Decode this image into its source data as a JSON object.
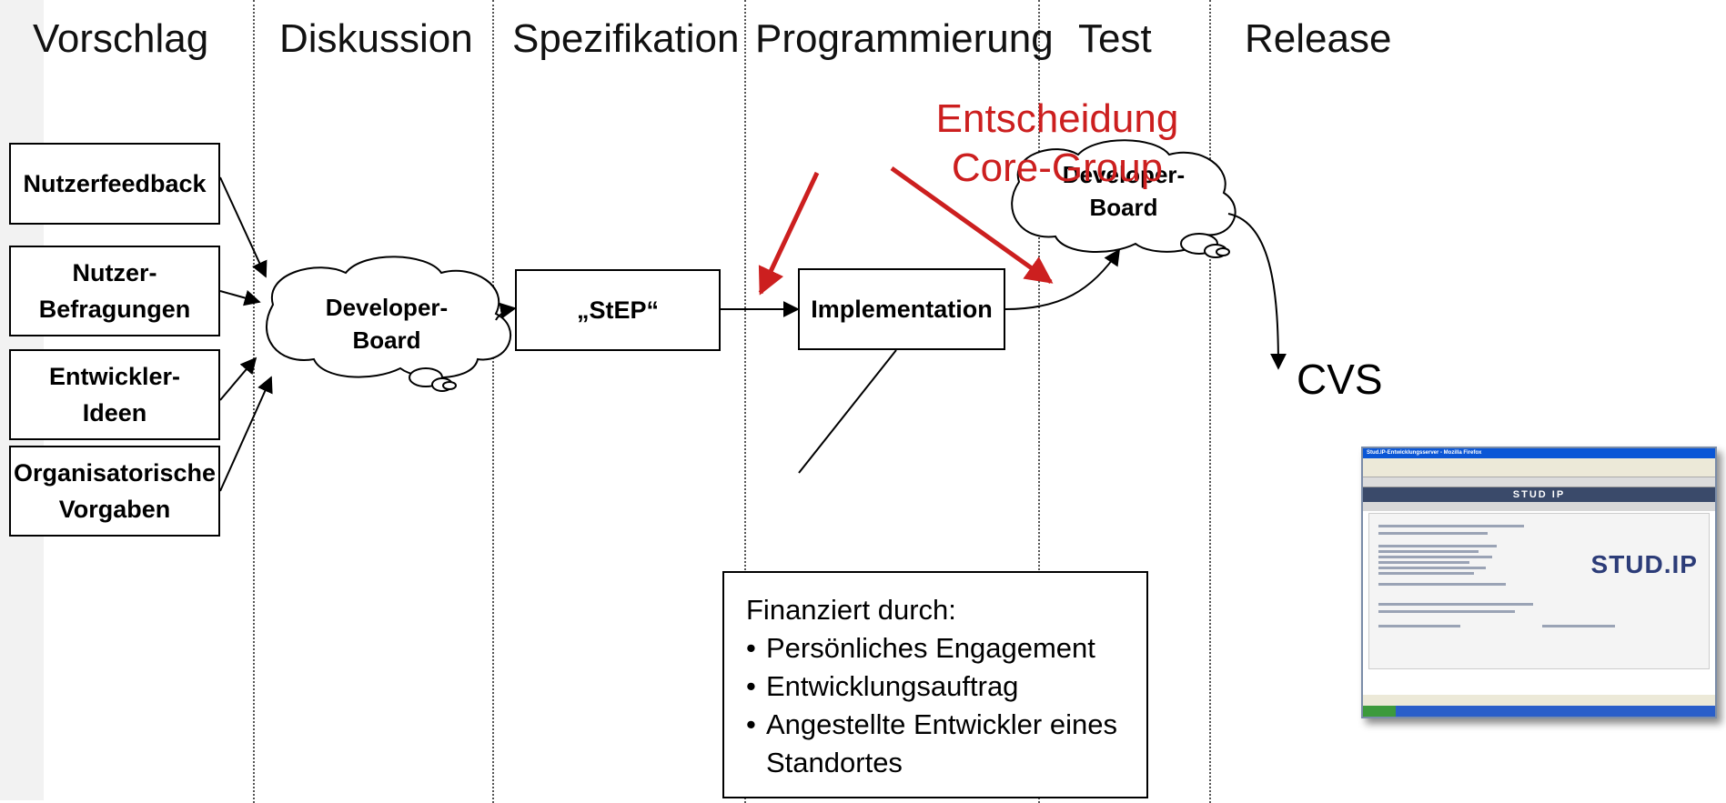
{
  "phases": [
    "Vorschlag",
    "Diskussion",
    "Spezifikation",
    "Programmierung",
    "Test",
    "Release"
  ],
  "inputs": {
    "nutzerfeedback": "Nutzerfeedback",
    "nutzer_befragungen_1": "Nutzer-",
    "nutzer_befragungen_2": "Befragungen",
    "entwickler_ideen_1": "Entwickler-",
    "entwickler_ideen_2": "Ideen",
    "org_vorgaben_1": "Organisatorische",
    "org_vorgaben_2": "Vorgaben"
  },
  "developer_board_1": "Developer-",
  "developer_board_2": "Board",
  "step": "„StEP“",
  "implementation": "Implementation",
  "decision": {
    "line1": "Entscheidung",
    "line2": "Core-Group",
    "color": "#cc1f1f"
  },
  "cvs": "CVS",
  "funding": {
    "title": "Finanziert durch:",
    "items": [
      "Persönliches Engagement",
      "Entwicklungsauftrag",
      "Angestellte Entwickler eines Standortes"
    ]
  },
  "screenshot": {
    "window_title": "Stud.IP-Entwicklungsserver - Mozilla Firefox",
    "app_name": "STUD IP",
    "logo": "STUD.IP"
  }
}
